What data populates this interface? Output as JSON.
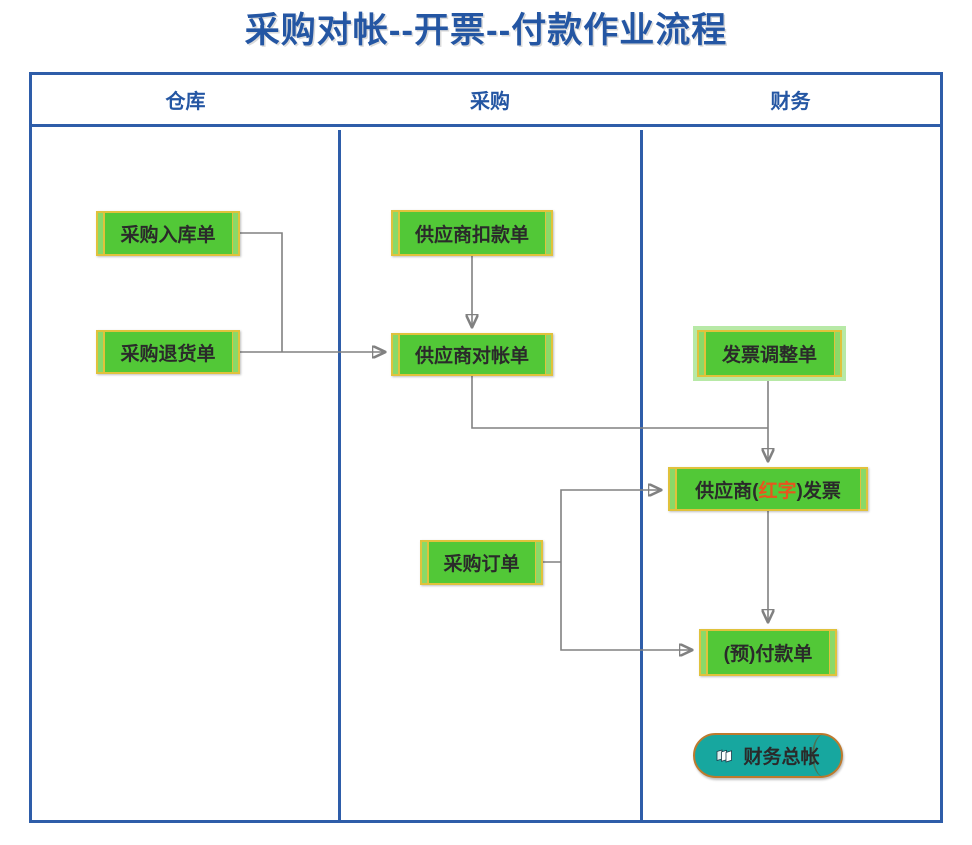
{
  "title": "采购对帐--开票--付款作业流程",
  "lanes": [
    {
      "id": "warehouse",
      "label": "仓库"
    },
    {
      "id": "purchasing",
      "label": "采购"
    },
    {
      "id": "finance",
      "label": "财务"
    }
  ],
  "nodes": {
    "purchase_receipt": {
      "label": "采购入库单"
    },
    "purchase_return": {
      "label": "采购退货单"
    },
    "supplier_deduction": {
      "label": "供应商扣款单"
    },
    "supplier_statement": {
      "label": "供应商对帐单"
    },
    "invoice_adjustment": {
      "label": "发票调整单",
      "state": "selected"
    },
    "supplier_red_invoice": {
      "text_before": "供应商(",
      "text_red": "红字",
      "text_after": ")发票"
    },
    "purchase_order": {
      "label": "采购订单"
    },
    "prepayment": {
      "label": "(预)付款单"
    },
    "general_ledger": {
      "label": "财务总帐",
      "icon": "books-icon"
    }
  },
  "colors": {
    "title_blue": "#2456a3",
    "lane_border_blue": "#2e5da9",
    "node_green": "#52c837",
    "node_green_light": "#8ad968",
    "node_border_gold": "#e0c23c",
    "selection_halo": "#b7e9a6",
    "red_text": "#e8541e",
    "ledger_teal": "#17a79f",
    "ledger_border": "#bd7a2e",
    "connector_gray": "#818181"
  }
}
